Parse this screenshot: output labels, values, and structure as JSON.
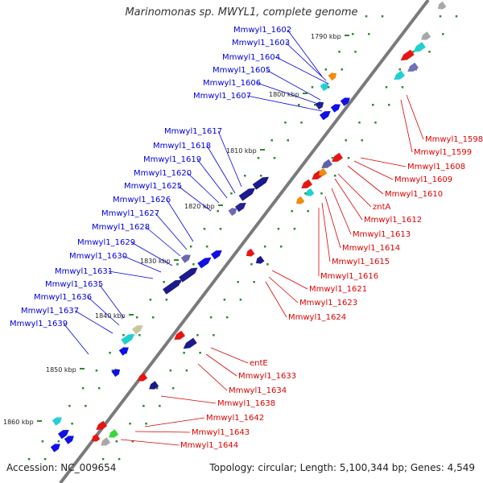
{
  "title": "Marinomonas sp. MWYL1, complete genome",
  "accession": "Accession: NC_009654",
  "summary": "Topology: circular; Length: 5,100,344 bp; Genes: 4,549",
  "colors": {
    "forward_label": "#0000dd",
    "reverse_label": "#dd0000",
    "backbone": "#7a7a7a",
    "tick": "#2d8a2d"
  },
  "kbp_labels": [
    "1790 kbp",
    "1800 kbp",
    "1810 kbp",
    "1820 kbp",
    "1830 kbp",
    "1840 kbp",
    "1850 kbp",
    "1860 kbp"
  ],
  "forward_genes": [
    "Mmwyl1_1602",
    "Mmwyl1_1603",
    "Mmwyl1_1604",
    "Mmwyl1_1605",
    "Mmwyl1_1606",
    "Mmwyl1_1607",
    "Mmwyl1_1617",
    "Mmwyl1_1618",
    "Mmwyl1_1619",
    "Mmwyl1_1620",
    "Mmwyl1_1625",
    "Mmwyl1_1626",
    "Mmwyl1_1627",
    "Mmwyl1_1628",
    "Mmwyl1_1629",
    "Mmwyl1_1630",
    "Mmwyl1_1631",
    "Mmwyl1_1635",
    "Mmwyl1_1636",
    "Mmwyl1_1637",
    "Mmwyl1_1639"
  ],
  "reverse_genes": [
    "Mmwyl1_1598",
    "Mmwyl1_1599",
    "Mmwyl1_1608",
    "Mmwyl1_1609",
    "Mmwyl1_1610",
    "zntA",
    "Mmwyl1_1612",
    "Mmwyl1_1613",
    "Mmwyl1_1614",
    "Mmwyl1_1615",
    "Mmwyl1_1616",
    "Mmwyl1_1621",
    "Mmwyl1_1623",
    "Mmwyl1_1624",
    "entE",
    "Mmwyl1_1633",
    "Mmwyl1_1634",
    "Mmwyl1_1638",
    "Mmwyl1_1642",
    "Mmwyl1_1643",
    "Mmwyl1_1644"
  ]
}
